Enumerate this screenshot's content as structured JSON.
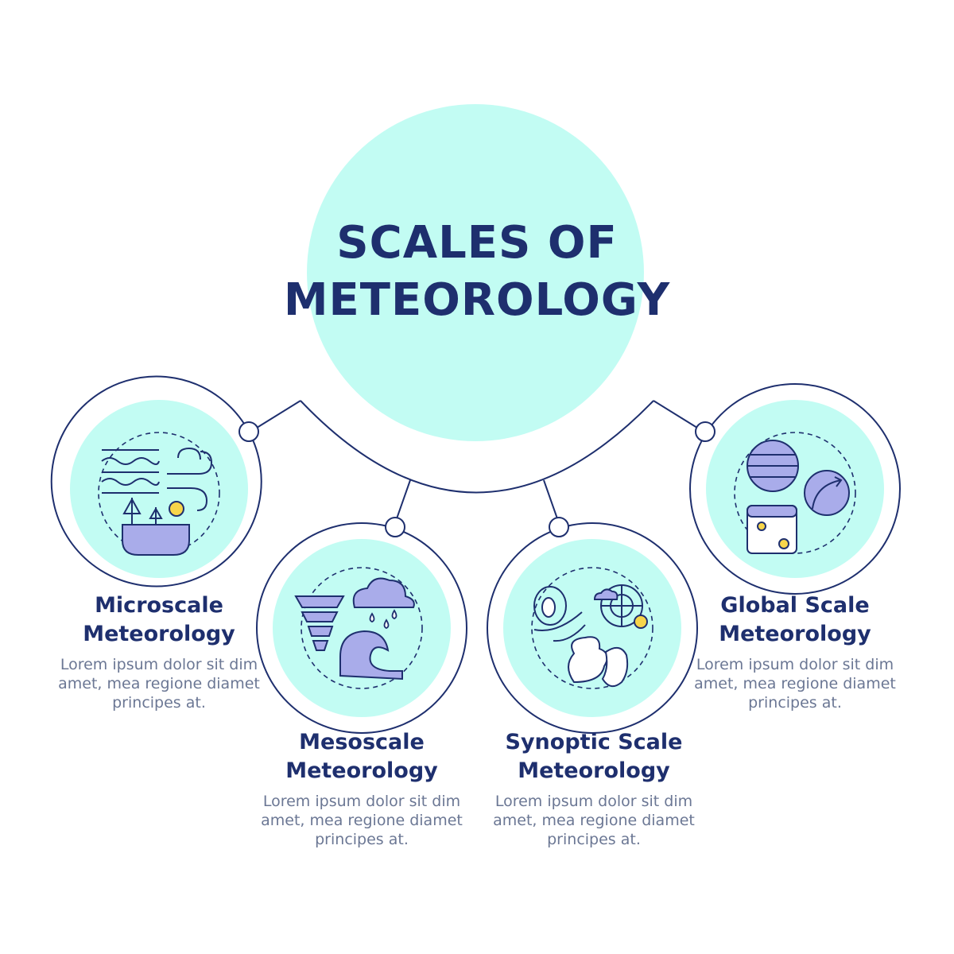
{
  "title": {
    "line1": "SCALES OF",
    "line2": "METEOROLOGY"
  },
  "colors": {
    "circle_fill": "#c2fcf3",
    "outline": "#1e2f6e",
    "icon_fill": "#a9acea",
    "accent_yellow": "#f7d54a",
    "text_dark": "#1e2f6e",
    "text_muted": "#6b7794"
  },
  "items": [
    {
      "head1": "Microscale",
      "head2": "Meteorology",
      "desc1": "Lorem ipsum dolor sit dim",
      "desc2": "amet, mea regione diamet",
      "desc3": "principes at.",
      "icons": [
        "wind-waves-icon",
        "pine-trees-icon",
        "sun-icon",
        "lake-icon"
      ]
    },
    {
      "head1": "Mesoscale",
      "head2": "Meteorology",
      "desc1": "Lorem ipsum dolor sit dim",
      "desc2": "amet, mea regione diamet",
      "desc3": "principes at.",
      "icons": [
        "tornado-icon",
        "rain-cloud-icon",
        "ocean-wave-icon"
      ]
    },
    {
      "head1": "Synoptic Scale",
      "head2": "Meteorology",
      "desc1": "Lorem ipsum dolor sit dim",
      "desc2": "amet, mea regione diamet",
      "desc3": "principes at.",
      "icons": [
        "isobar-icon",
        "radar-icon",
        "pressure-map-icon"
      ]
    },
    {
      "head1": "Global Scale",
      "head2": "Meteorology",
      "desc1": "Lorem ipsum dolor sit dim",
      "desc2": "amet, mea regione diamet",
      "desc3": "principes at.",
      "icons": [
        "globe-icon",
        "circulation-arrows-icon",
        "seasons-calendar-icon"
      ]
    }
  ]
}
